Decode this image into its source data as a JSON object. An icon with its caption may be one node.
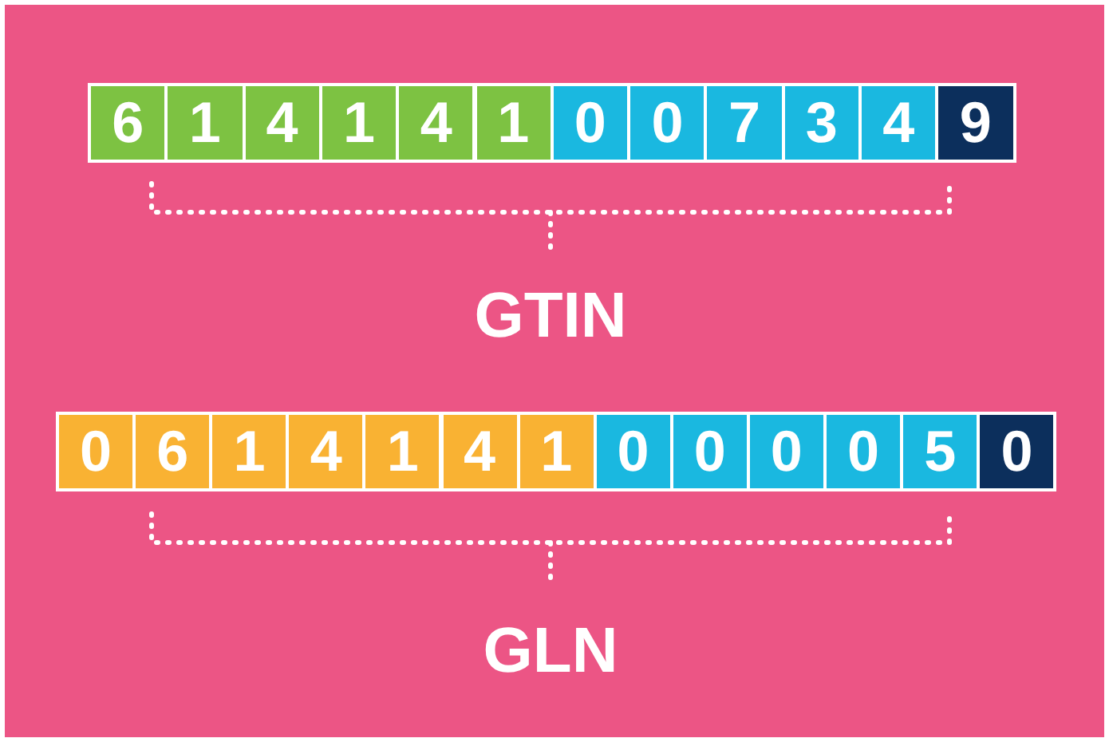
{
  "diagram": {
    "nodes": [
      {
        "text": [
          "6"
        ]
      },
      {
        "text": [
          "1"
        ]
      },
      {
        "text": [
          "4"
        ]
      },
      {
        "text": [
          "1"
        ]
      },
      {
        "text": [
          "4"
        ]
      },
      {
        "text": [
          "1"
        ]
      },
      {
        "text": [
          "0"
        ]
      },
      {
        "text": [
          "0"
        ]
      },
      {
        "text": [
          "7"
        ]
      },
      {
        "text": [
          "3"
        ]
      },
      {
        "text": [
          "4"
        ]
      },
      {
        "text": [
          "9"
        ]
      },
      {
        "text": [
          "0"
        ]
      },
      {
        "text": [
          "6"
        ]
      },
      {
        "text": [
          "1"
        ]
      },
      {
        "text": [
          "4"
        ]
      },
      {
        "text": [
          "1"
        ]
      },
      {
        "text": [
          "4"
        ]
      },
      {
        "text": [
          "1"
        ]
      },
      {
        "text": [
          "0"
        ]
      },
      {
        "text": [
          "0"
        ]
      },
      {
        "text": [
          "0"
        ]
      },
      {
        "text": [
          "0"
        ]
      },
      {
        "text": [
          "5"
        ]
      },
      {
        "text": [
          "0"
        ]
      }
    ],
    "edges": [],
    "labels": [
      "GTIN",
      "GLN"
    ]
  }
}
